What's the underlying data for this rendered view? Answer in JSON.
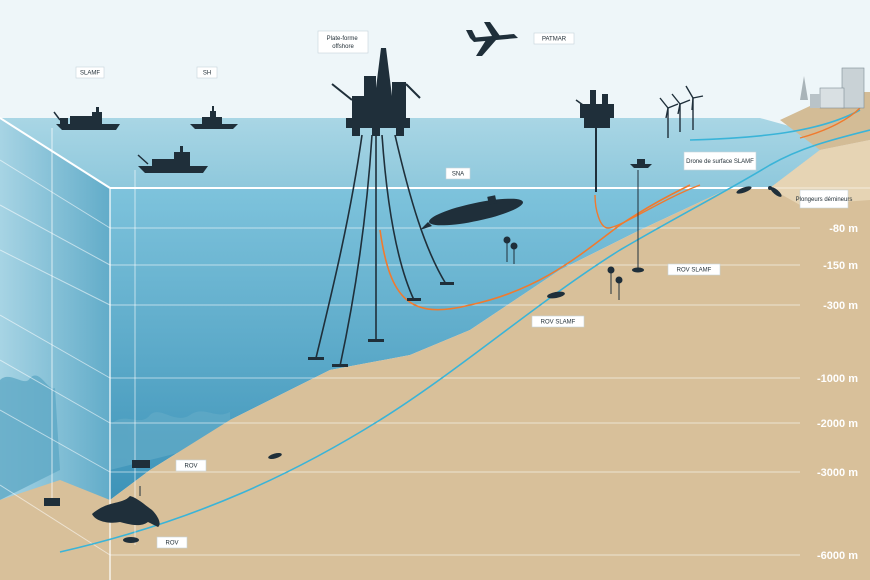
{
  "labels": {
    "slamf_ship": "SLAMF",
    "sh_ship": "SH",
    "platform": "Plate-forme offshore",
    "aircraft": "PATMAR",
    "sna": "SNA",
    "surface_drone": "Drone de surface SLAMF",
    "divers": "Plongeurs démineurs",
    "rov_slamf_1": "ROV SLAMF",
    "rov_slamf_2": "ROV SLAMF",
    "rov_1": "ROV",
    "rov_2": "ROV"
  },
  "depths": [
    "-80 m",
    "-150 m",
    "-300 m",
    "-1000 m",
    "-2000 m",
    "-3000 m",
    "-6000 m"
  ],
  "colors": {
    "sky": "#eef6f9",
    "sea_surface": "#9fcfdf",
    "water_deep": "#3d93b8",
    "seabed": "#d8c09a",
    "seabed_dark": "#c8ad84",
    "cable_orange": "#f07a2e",
    "cable_blue": "#3ab4d8",
    "silhouette": "#1f2f3a"
  }
}
